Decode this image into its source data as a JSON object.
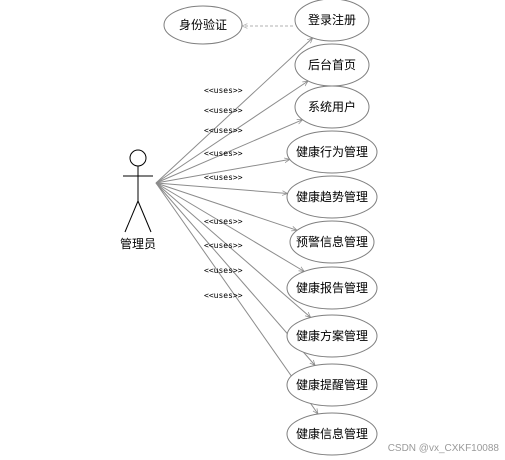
{
  "actor": {
    "label": "管理员"
  },
  "auth_use_case": "身份验证",
  "stereotype": "<<uses>>",
  "use_cases": [
    "登录注册",
    "后台首页",
    "系统用户",
    "健康行为管理",
    "健康趋势管理",
    "预警信息管理",
    "健康报告管理",
    "健康方案管理",
    "健康提醒管理",
    "健康信息管理"
  ],
  "watermark": "CSDN @vx_CXKF10088"
}
